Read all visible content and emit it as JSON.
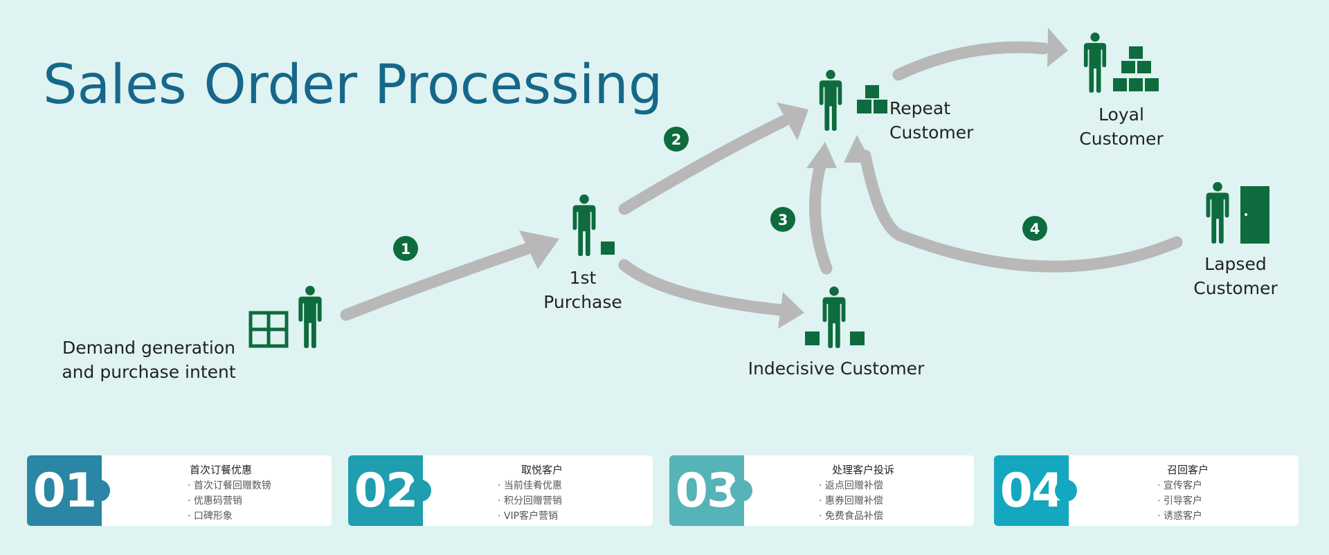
{
  "title": "Sales Order Processing",
  "colors": {
    "title": "#16678a",
    "icon_green": "#0e6b3e",
    "arrow_gray": "#b8b8b8",
    "background": "#dff3f2"
  },
  "nodes": {
    "demand": {
      "label_line1": "Demand generation",
      "label_line2": "and purchase intent",
      "icon": "person-icon",
      "extra_icon": "grid-icon"
    },
    "first_purchase": {
      "label_line1": "1st",
      "label_line2": "Purchase",
      "icon": "person-icon"
    },
    "repeat": {
      "label_line1": "Repeat",
      "label_line2": "Customer",
      "icon": "person-icon"
    },
    "indecisive": {
      "label": "Indecisive Customer",
      "icon": "person-icon"
    },
    "loyal": {
      "label_line1": "Loyal",
      "label_line2": "Customer",
      "icon": "person-icon"
    },
    "lapsed": {
      "label_line1": "Lapsed",
      "label_line2": "Customer",
      "icon": "person-icon",
      "extra_icon": "door-icon"
    }
  },
  "steps": [
    "1",
    "2",
    "3",
    "4"
  ],
  "cards": [
    {
      "number": "01",
      "title": "首次订餐优惠",
      "items": [
        "首次订餐回赠数镑",
        "优惠码营销",
        "口碑形象"
      ],
      "color": "#2a86a4"
    },
    {
      "number": "02",
      "title": "取悦客户",
      "items": [
        "当前佳肴优惠",
        "积分回赠营销",
        "VIP客户营销"
      ],
      "color": "#1f9eaf"
    },
    {
      "number": "03",
      "title": "处理客户投诉",
      "items": [
        "返点回赠补偿",
        "惠券回赠补偿",
        "免费食品补偿"
      ],
      "color": "#56b3b8"
    },
    {
      "number": "04",
      "title": "召回客户",
      "items": [
        "宣传客户",
        "引导客户",
        "诱惑客户"
      ],
      "color": "#14a7bf"
    }
  ]
}
